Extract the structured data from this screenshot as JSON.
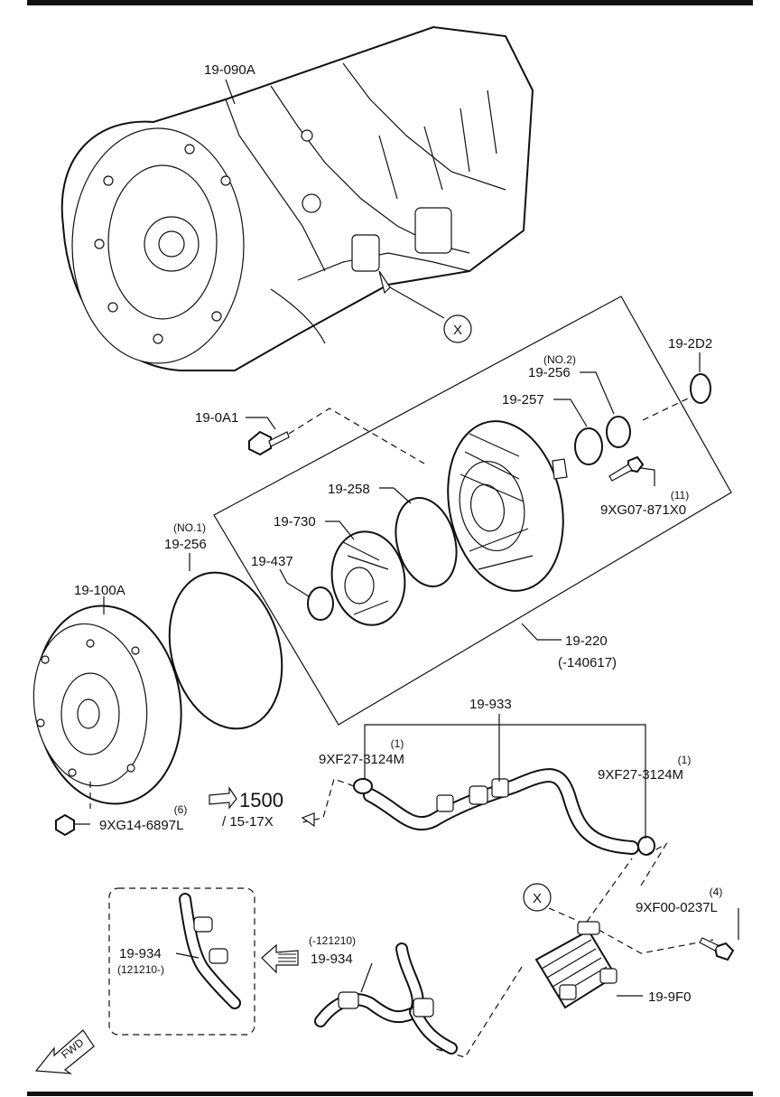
{
  "labels": {
    "case": "19-090A",
    "bolt_a1": "19-0A1",
    "oring_no2_tag": "(NO.2)",
    "oring_no2": "19-256",
    "seal_257": "19-257",
    "ring_2d2": "19-2D2",
    "bolt_9xg07_qty": "(11)",
    "bolt_9xg07": "9XG07-871X0",
    "ring_258": "19-258",
    "pump_730": "19-730",
    "oring_no1_tag": "(NO.1)",
    "oring_no1": "19-256",
    "seal_437": "19-437",
    "converter": "19-100A",
    "pump_assy": "19-220",
    "pump_assy_range": "(-140617)",
    "hose": "19-933",
    "clamp_left_qty": "(1)",
    "clamp_left": "9XF27-3124M",
    "clamp_right_qty": "(1)",
    "clamp_right": "9XF27-3124M",
    "ref_group": "1500",
    "ref_sub": "/ 15-17X",
    "nut_qty": "(6)",
    "nut": "9XG14-6897L",
    "marker_x": "X",
    "bolt_9xf00_qty": "(4)",
    "bolt_9xf00": "9XF00-0237L",
    "pipe_new": "19-934",
    "pipe_new_range": "(121210-)",
    "pipe_old_range": "(-121210)",
    "pipe_old": "19-934",
    "cooler": "19-9F0",
    "fwd": "FWD"
  }
}
